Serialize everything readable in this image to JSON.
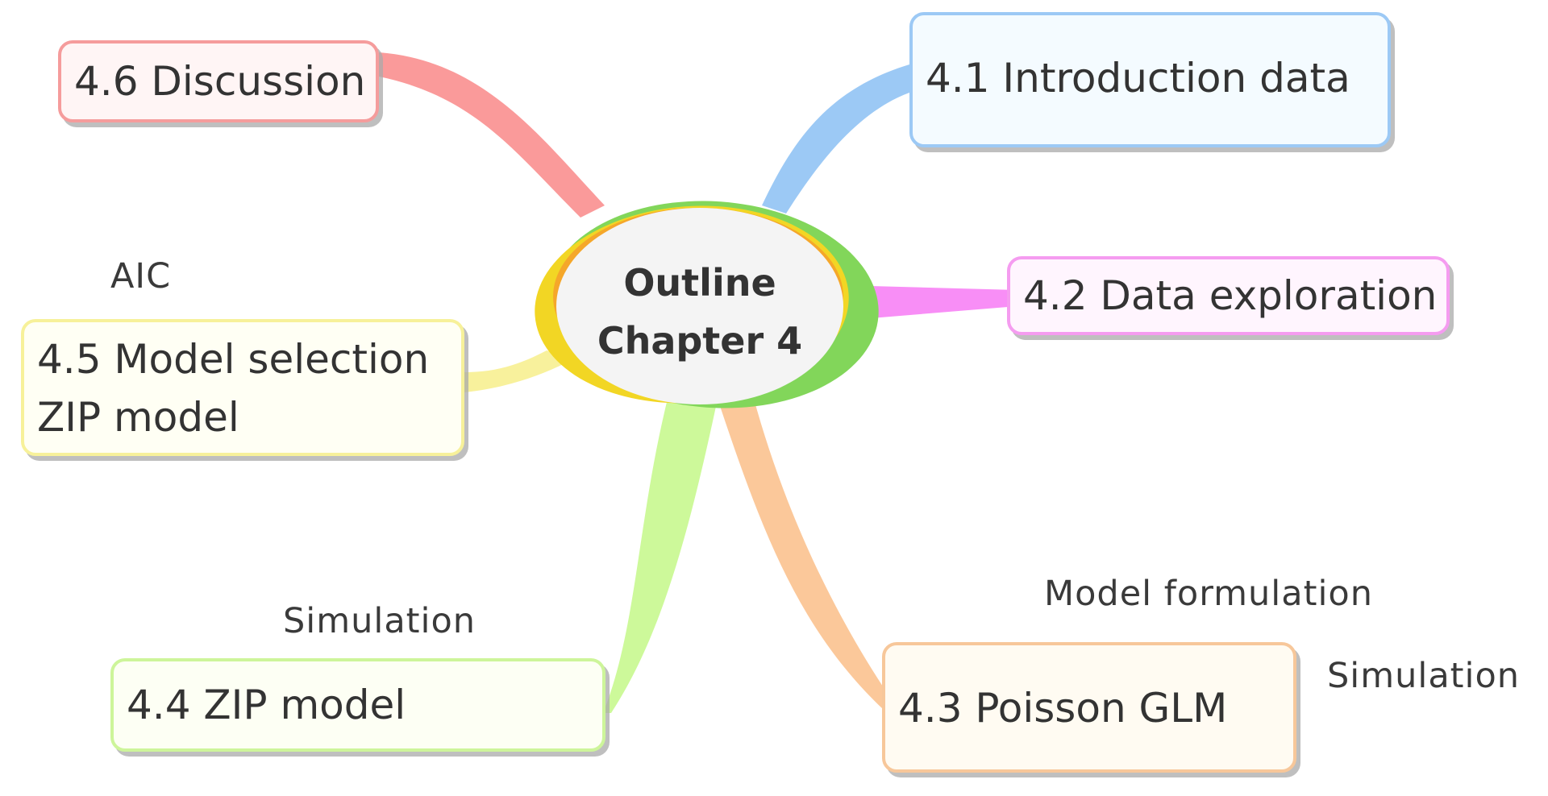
{
  "central": {
    "line1": "Outline",
    "line2": "Chapter 4"
  },
  "topics": {
    "t41": {
      "label": "4.1 Introduction data",
      "color": "#9cc9f5",
      "fill": "#f4fbff"
    },
    "t42": {
      "label": "4.2 Data exploration",
      "color": "#f59cf0",
      "fill": "#fff5fe"
    },
    "t43": {
      "label": "4.3 Poisson GLM",
      "color": "#f7c79a",
      "fill": "#fffbf2"
    },
    "t44": {
      "label": "4.4 ZIP model",
      "color": "#cdf59a",
      "fill": "#fdfff4"
    },
    "t45": {
      "line1": "4.5 Model selection",
      "line2": "ZIP model",
      "color": "#f7f19a",
      "fill": "#fffff4"
    },
    "t46": {
      "label": "4.6 Discussion",
      "color": "#f59c9c",
      "fill": "#fff5f5"
    }
  },
  "notes": {
    "aic": "AIC",
    "sim_left": "Simulation",
    "model_formulation": "Model formulation",
    "sim_right": "Simulation"
  }
}
